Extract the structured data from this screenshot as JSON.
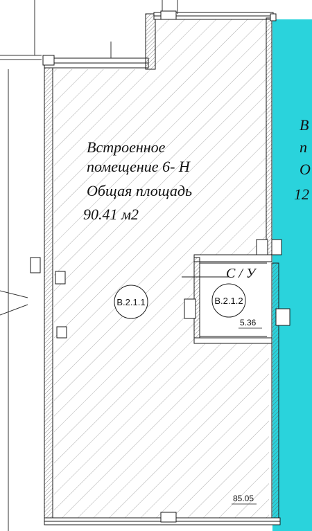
{
  "room": {
    "line1": "Встроенное",
    "line2": "помещение  6- Н",
    "line3": "Общая    площадь",
    "line4": "90.41 м2"
  },
  "markers": {
    "main_id": "В.2.1.1",
    "bath_id": "В.2.1.2"
  },
  "bathroom": {
    "label": "С / У",
    "area": "5.36"
  },
  "level_mark": "85.05",
  "neighbor": {
    "line1": "В",
    "line2": "п",
    "line3": "О",
    "line4": "12"
  },
  "colors": {
    "neighbor_fill": "#2ad3dc",
    "line": "#1a1a1a",
    "hatch": "#9a9a9a"
  }
}
